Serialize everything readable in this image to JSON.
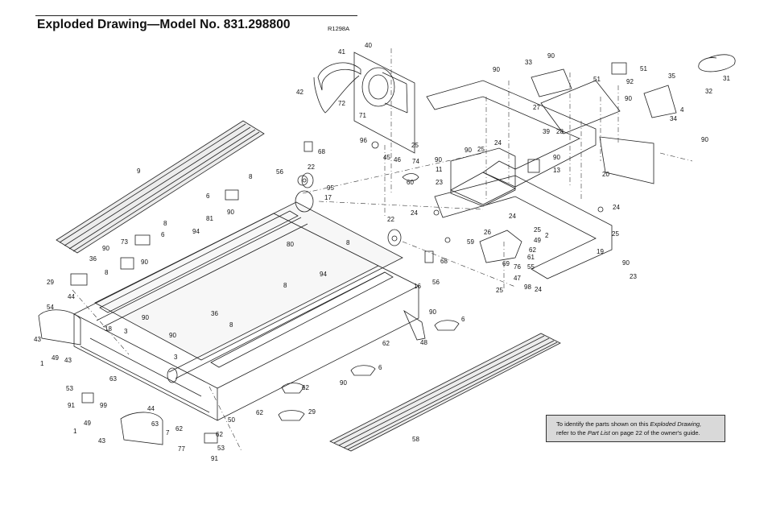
{
  "header": {
    "title": "Exploded Drawing—Model No. 831.298800",
    "code": "R1298A"
  },
  "note": {
    "line1_a": "To identify the parts shown on this ",
    "line1_em": "Exploded Drawing,",
    "line2_a": "refer to the ",
    "line2_em": "Part List",
    "line2_b": " on page 22 of the owner's guide."
  },
  "callouts": [
    {
      "id": "c40",
      "text": "40"
    },
    {
      "id": "c41",
      "text": "41"
    },
    {
      "id": "c42",
      "text": "42"
    },
    {
      "id": "c72",
      "text": "72"
    },
    {
      "id": "c71",
      "text": "71"
    },
    {
      "id": "c33",
      "text": "33"
    },
    {
      "id": "c90a",
      "text": "90"
    },
    {
      "id": "c90b",
      "text": "90"
    },
    {
      "id": "c27",
      "text": "27"
    },
    {
      "id": "c28",
      "text": "28"
    },
    {
      "id": "c51a",
      "text": "51"
    },
    {
      "id": "c51b",
      "text": "51"
    },
    {
      "id": "c92",
      "text": "92"
    },
    {
      "id": "c90c",
      "text": "90"
    },
    {
      "id": "c35",
      "text": "35"
    },
    {
      "id": "c4a",
      "text": "4"
    },
    {
      "id": "c34",
      "text": "34"
    },
    {
      "id": "c31",
      "text": "31"
    },
    {
      "id": "c32",
      "text": "32"
    },
    {
      "id": "c90d",
      "text": "90"
    },
    {
      "id": "c20",
      "text": "20"
    },
    {
      "id": "c39",
      "text": "39"
    },
    {
      "id": "c90e",
      "text": "90"
    },
    {
      "id": "c13",
      "text": "13"
    },
    {
      "id": "c96",
      "text": "96"
    },
    {
      "id": "c25a",
      "text": "25"
    },
    {
      "id": "c45",
      "text": "45"
    },
    {
      "id": "c46",
      "text": "46"
    },
    {
      "id": "c74",
      "text": "74"
    },
    {
      "id": "c90f",
      "text": "90"
    },
    {
      "id": "c11",
      "text": "11"
    },
    {
      "id": "c60",
      "text": "60"
    },
    {
      "id": "c23a",
      "text": "23"
    },
    {
      "id": "c90g",
      "text": "90"
    },
    {
      "id": "c25b",
      "text": "25"
    },
    {
      "id": "c24a",
      "text": "24"
    },
    {
      "id": "c9",
      "text": "9"
    },
    {
      "id": "c68a",
      "text": "68"
    },
    {
      "id": "c56a",
      "text": "56"
    },
    {
      "id": "c8a",
      "text": "8"
    },
    {
      "id": "c22a",
      "text": "22"
    },
    {
      "id": "c95",
      "text": "95"
    },
    {
      "id": "c17",
      "text": "17"
    },
    {
      "id": "c6a",
      "text": "6"
    },
    {
      "id": "c90h",
      "text": "90"
    },
    {
      "id": "c24b",
      "text": "24"
    },
    {
      "id": "c24c",
      "text": "24"
    },
    {
      "id": "c24d",
      "text": "24"
    },
    {
      "id": "c26",
      "text": "26"
    },
    {
      "id": "c25c",
      "text": "25"
    },
    {
      "id": "c25d",
      "text": "25"
    },
    {
      "id": "c2",
      "text": "2"
    },
    {
      "id": "c49a",
      "text": "49"
    },
    {
      "id": "c62a",
      "text": "62"
    },
    {
      "id": "c19",
      "text": "19"
    },
    {
      "id": "c90i",
      "text": "90"
    },
    {
      "id": "c23b",
      "text": "23"
    },
    {
      "id": "c81",
      "text": "81"
    },
    {
      "id": "c8b",
      "text": "8"
    },
    {
      "id": "c94a",
      "text": "94"
    },
    {
      "id": "c6b",
      "text": "6"
    },
    {
      "id": "c73",
      "text": "73"
    },
    {
      "id": "c90j",
      "text": "90"
    },
    {
      "id": "c90k",
      "text": "90"
    },
    {
      "id": "c80",
      "text": "80"
    },
    {
      "id": "c8c",
      "text": "8"
    },
    {
      "id": "c22b",
      "text": "22"
    },
    {
      "id": "c59",
      "text": "59"
    },
    {
      "id": "c69",
      "text": "69"
    },
    {
      "id": "c76",
      "text": "76"
    },
    {
      "id": "c61",
      "text": "61"
    },
    {
      "id": "c55",
      "text": "55"
    },
    {
      "id": "c47",
      "text": "47"
    },
    {
      "id": "c98",
      "text": "98"
    },
    {
      "id": "c24e",
      "text": "24"
    },
    {
      "id": "c25e",
      "text": "25"
    },
    {
      "id": "c68b",
      "text": "68"
    },
    {
      "id": "c56b",
      "text": "56"
    },
    {
      "id": "c36a",
      "text": "36"
    },
    {
      "id": "c8d",
      "text": "8"
    },
    {
      "id": "c29a",
      "text": "29"
    },
    {
      "id": "c44a",
      "text": "44"
    },
    {
      "id": "c16",
      "text": "16"
    },
    {
      "id": "c94b",
      "text": "94"
    },
    {
      "id": "c8e",
      "text": "8"
    },
    {
      "id": "c54",
      "text": "54"
    },
    {
      "id": "c18",
      "text": "18"
    },
    {
      "id": "c3a",
      "text": "3"
    },
    {
      "id": "c90l",
      "text": "90"
    },
    {
      "id": "c36b",
      "text": "36"
    },
    {
      "id": "c8f",
      "text": "8"
    },
    {
      "id": "c90m",
      "text": "90"
    },
    {
      "id": "c6c",
      "text": "6"
    },
    {
      "id": "c90n",
      "text": "90"
    },
    {
      "id": "c48",
      "text": "48"
    },
    {
      "id": "c62b",
      "text": "62"
    },
    {
      "id": "c43a",
      "text": "43"
    },
    {
      "id": "c1a",
      "text": "1"
    },
    {
      "id": "c49b",
      "text": "49"
    },
    {
      "id": "c43b",
      "text": "43"
    },
    {
      "id": "c3b",
      "text": "3"
    },
    {
      "id": "c6d",
      "text": "6"
    },
    {
      "id": "c90o",
      "text": "90"
    },
    {
      "id": "c62c",
      "text": "62"
    },
    {
      "id": "c53a",
      "text": "53"
    },
    {
      "id": "c63a",
      "text": "63"
    },
    {
      "id": "c91a",
      "text": "91"
    },
    {
      "id": "c99",
      "text": "99"
    },
    {
      "id": "c44b",
      "text": "44"
    },
    {
      "id": "c29b",
      "text": "29"
    },
    {
      "id": "c62d",
      "text": "62"
    },
    {
      "id": "c50",
      "text": "50"
    },
    {
      "id": "c49c",
      "text": "49"
    },
    {
      "id": "c63b",
      "text": "63"
    },
    {
      "id": "c1b",
      "text": "1"
    },
    {
      "id": "c43c",
      "text": "43"
    },
    {
      "id": "c7",
      "text": "7"
    },
    {
      "id": "c62e",
      "text": "62"
    },
    {
      "id": "c62f",
      "text": "62"
    },
    {
      "id": "c53b",
      "text": "53"
    },
    {
      "id": "c77",
      "text": "77"
    },
    {
      "id": "c91b",
      "text": "91"
    },
    {
      "id": "c58",
      "text": "58"
    }
  ]
}
